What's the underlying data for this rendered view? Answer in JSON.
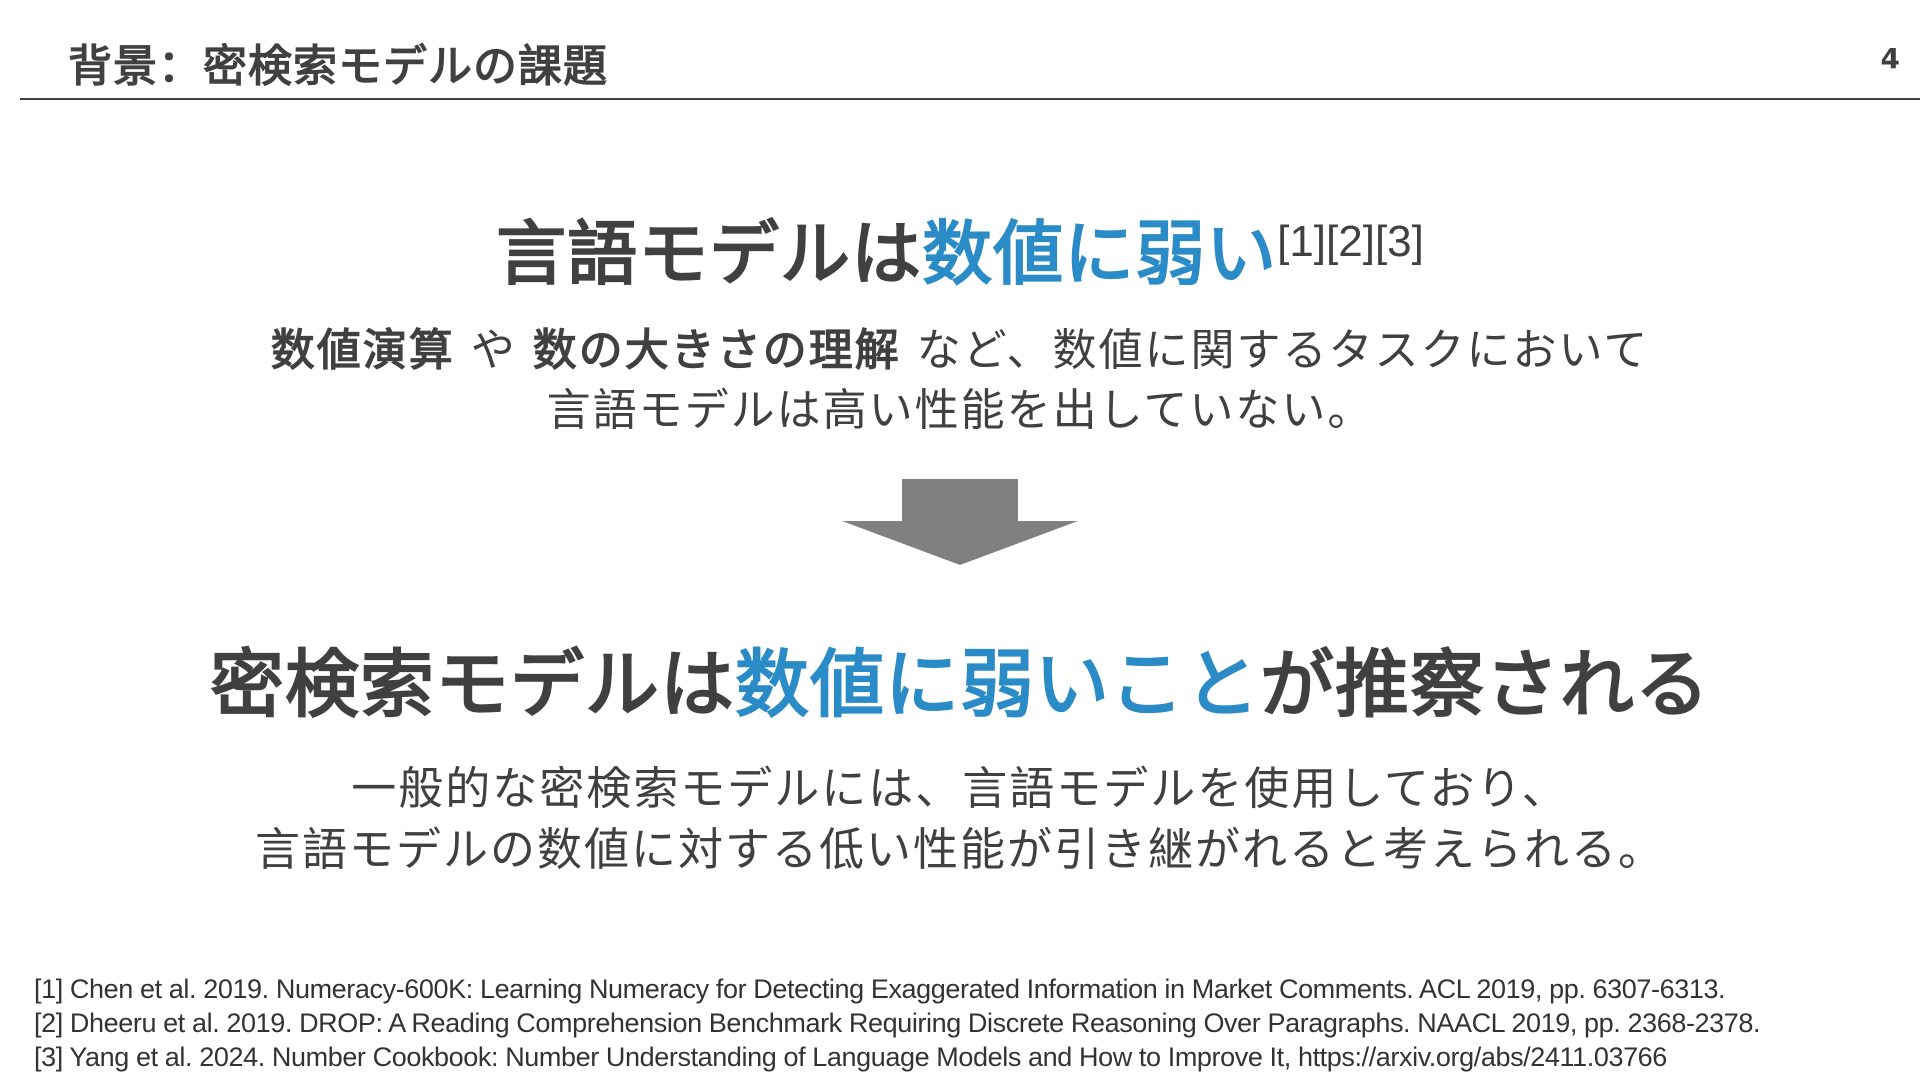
{
  "slide": {
    "title": "背景：密検索モデルの課題",
    "page_number": "4"
  },
  "section1": {
    "heading_plain": "言語モデルは",
    "heading_accent": "数値に弱い",
    "heading_citations": "[1][2][3]",
    "line1_bold1": "数値演算",
    "line1_text1": " や ",
    "line1_bold2": "数の大きさの理解",
    "line1_text2": " など、数値に関するタスクにおいて",
    "line2": "言語モデルは高い性能を出していない。"
  },
  "section2": {
    "heading_plain1": "密検索モデルは",
    "heading_accent": "数値に弱いこと",
    "heading_plain2": "が推察される",
    "line1": "一般的な密検索モデルには、言語モデルを使用しており、",
    "line2": "言語モデルの数値に対する低い性能が引き継がれると考えられる。"
  },
  "references": [
    "[1] Chen et al. 2019. Numeracy-600K: Learning Numeracy for Detecting Exaggerated Information in Market Comments. ACL 2019, pp. 6307-6313.",
    "[2] Dheeru et al. 2019. DROP: A Reading Comprehension Benchmark Requiring Discrete Reasoning Over Paragraphs. NAACL 2019, pp. 2368-2378.",
    "[3] Yang et al. 2024. Number Cookbook: Number Understanding of Language Models and How to Improve It, https://arxiv.org/abs/2411.03766"
  ],
  "colors": {
    "text": "#404040",
    "accent": "#2a8bc6",
    "arrow": "#808080"
  },
  "icons": {
    "arrow": "down-arrow-icon"
  }
}
